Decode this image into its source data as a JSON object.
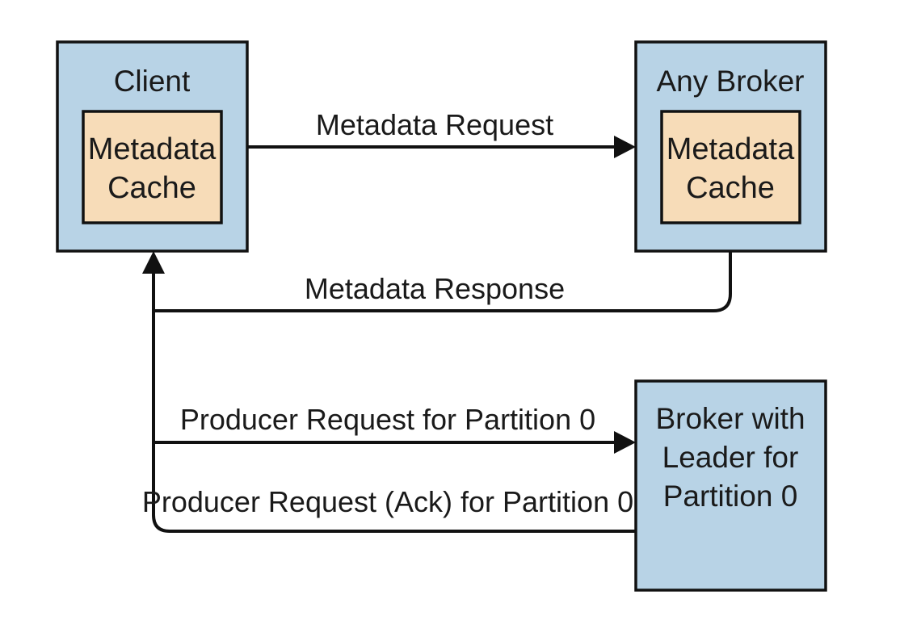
{
  "nodes": {
    "client": {
      "title": "Client",
      "cache_line1": "Metadata",
      "cache_line2": "Cache"
    },
    "any_broker": {
      "title": "Any Broker",
      "cache_line1": "Metadata",
      "cache_line2": "Cache"
    },
    "leader_broker": {
      "line1": "Broker with",
      "line2": "Leader for",
      "line3": "Partition 0"
    }
  },
  "edges": {
    "metadata_request": "Metadata Request",
    "metadata_response": "Metadata Response",
    "producer_request": "Producer Request for Partition 0",
    "producer_ack": "Producer Request (Ack) for Partition 0"
  },
  "colors": {
    "node_fill": "#b8d3e6",
    "cache_fill": "#f7dcb8",
    "stroke": "#111111"
  }
}
